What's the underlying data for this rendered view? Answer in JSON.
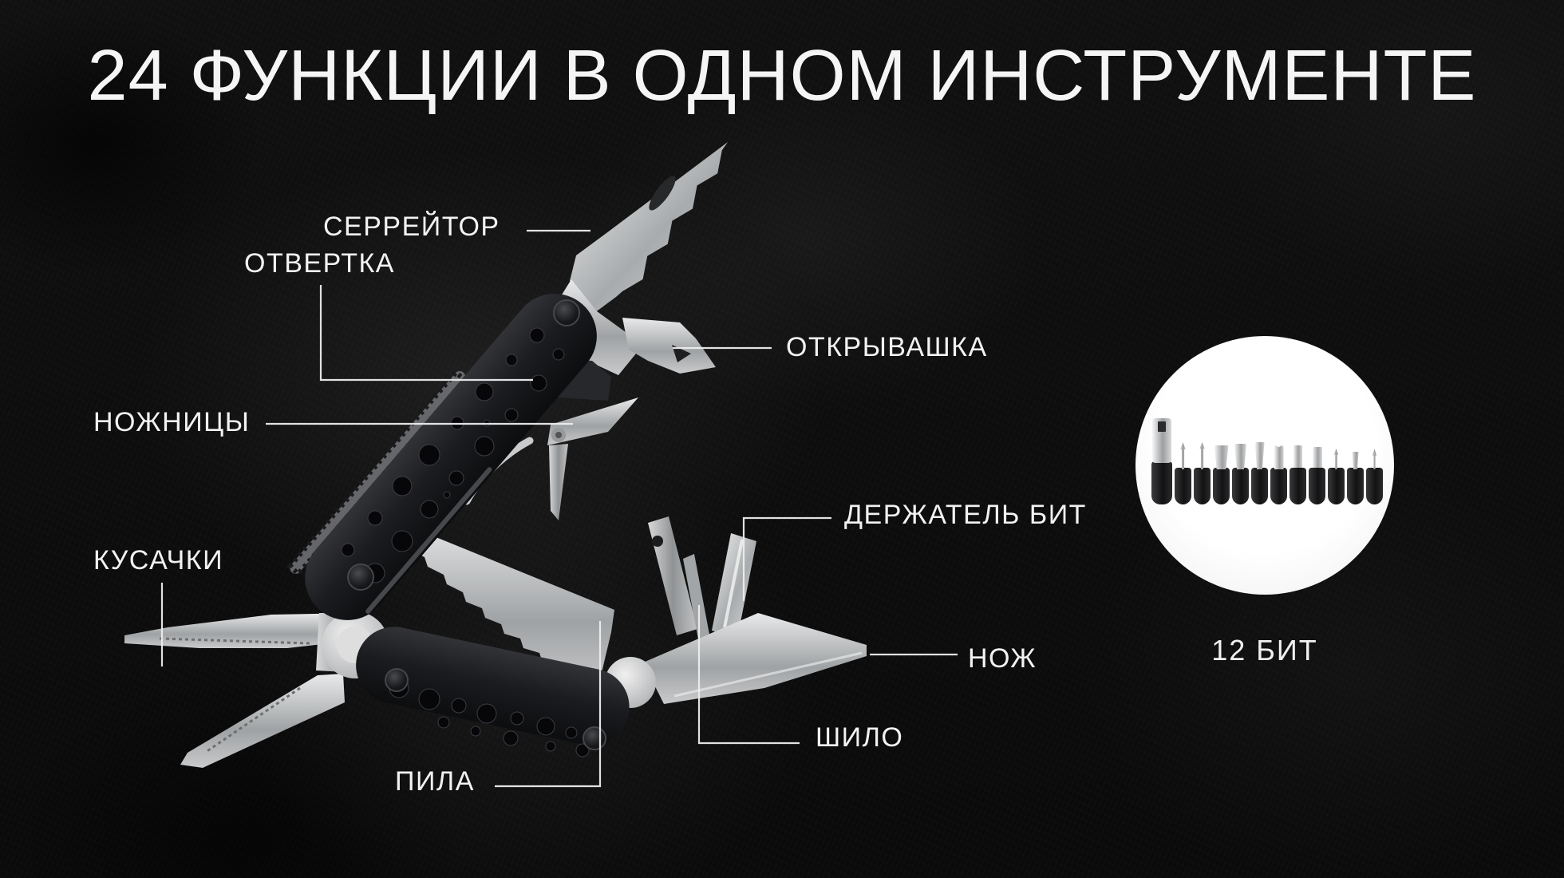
{
  "title": "24 ФУНКЦИИ В ОДНОМ ИНСТРУМЕНТЕ",
  "labels": {
    "serrator": {
      "text": "СЕРРЕЙТОР"
    },
    "screwdriver": {
      "text": "ОТВЕРТКА"
    },
    "opener": {
      "text": "ОТКРЫВАШКА"
    },
    "scissors": {
      "text": "НОЖНИЦЫ"
    },
    "cutters": {
      "text": "КУСАЧКИ"
    },
    "bit_holder": {
      "text": "ДЕРЖАТЕЛЬ БИТ"
    },
    "knife": {
      "text": "НОЖ"
    },
    "awl": {
      "text": "ШИЛО"
    },
    "saw": {
      "text": "ПИЛА"
    }
  },
  "bits_badge": {
    "label": "12 БИТ",
    "count": 12,
    "bit_types": [
      "bit-holder",
      "phillips",
      "pozidriv",
      "slotted-wide",
      "slotted",
      "slotted-narrow",
      "torx",
      "square-bit",
      "hex-bit",
      "phillips-small",
      "slotted-micro",
      "phillips-micro"
    ]
  },
  "colors": {
    "background": "#0b0b0b",
    "text": "#f2f2f2",
    "callout_line": "#ededed",
    "circle": "#fdfdfd",
    "steel": "#c7c9cb",
    "handle": "#1a1b1e"
  }
}
